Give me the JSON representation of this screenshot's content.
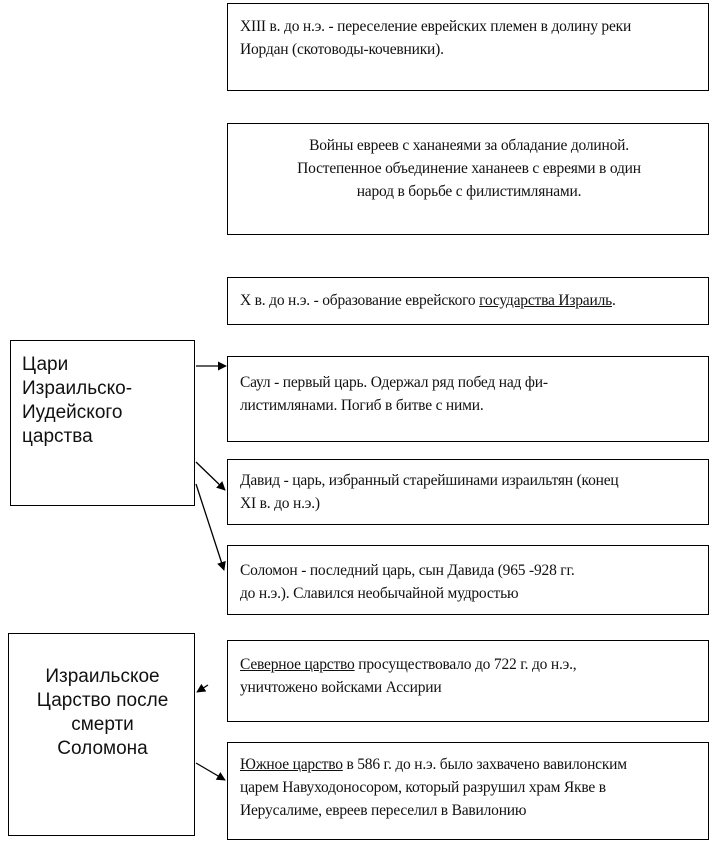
{
  "boxes": {
    "b1": {
      "line1": "XIII в. до н.э. - переселение еврейских племен в долину реки",
      "line2": "Иордан (скотоводы-кочевники)."
    },
    "b2": {
      "line1": "Войны евреев с хананеями за обладание долиной.",
      "line2": "Постепенное объединение хананеев с евреями в один",
      "line3": "народ в борьбе с филистимлянами."
    },
    "b3": {
      "pre": "X в. до н.э. - образование еврейского ",
      "link": "государства Израиль",
      "post": "."
    },
    "b4": {
      "line1": "Саул - первый царь. Одержал ряд побед над фи-",
      "line2": "листимлянами. Погиб в битве с ними."
    },
    "b5": {
      "line1": "Давид - царь, избранный старейшинами израильтян (конец",
      "line2": "XI в. до н.э.)"
    },
    "b6": {
      "line1": "Соломон - последний царь, сын Давида (965 -928 гг.",
      "line2": "до н.э.). Славился необычайной мудростью"
    },
    "b7": {
      "link": "Северное царство",
      "line1_rest": " просуществовало до 722     г. до н.э.,",
      "line2": "уничтожено войсками Ассирии"
    },
    "b8": {
      "link": "Южное царство",
      "line1_rest": " в 586 г. до н.э. было захвачено вавилонским",
      "line2": "царем Навуходоносором, который разрушил храм Якве в",
      "line3": "Иерусалиме, евреев переселил в Вавилонию"
    }
  },
  "side": {
    "kings": {
      "line1": "Цари",
      "line2": "Израильско-",
      "line3": "Иудейского",
      "line4": "царства"
    },
    "after": {
      "line1": "Израильское",
      "line2": "Царство после",
      "line3": "смерти",
      "line4": "Соломона"
    }
  }
}
